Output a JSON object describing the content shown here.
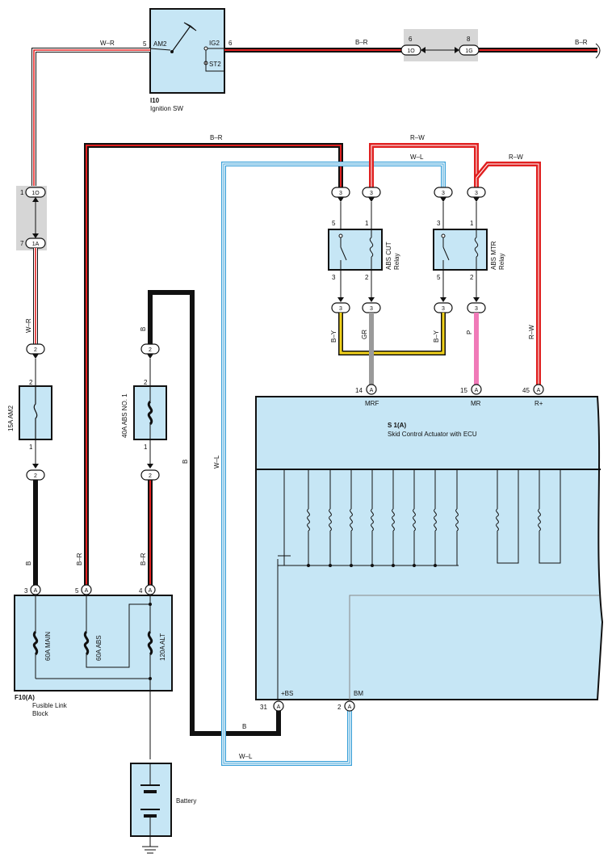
{
  "colors": {
    "box_fill": "#c6e6f5",
    "wire_red": "#e02020",
    "wire_black": "#111111",
    "wire_white": "#ffffff",
    "wire_blue": "#3aa0d8",
    "wire_yellow": "#f2d21a",
    "wire_gray": "#9a9a9a",
    "wire_pink": "#f07ab8",
    "connector_shade": "#d6d6d6"
  },
  "ignition_switch": {
    "code": "I10",
    "name": "Ignition SW",
    "terminal_am2": "AM2",
    "terminal_ig2": "IG2",
    "terminal_st2": "ST2",
    "pin_am2": "5",
    "pin_ig2": "6"
  },
  "wires": {
    "w_r": "W–R",
    "b_r": "B–R",
    "r_w": "R–W",
    "w_l": "W–L",
    "b_y": "B–Y",
    "gr": "GR",
    "p": "P",
    "b": "B"
  },
  "junction_top": {
    "pin_left": "6",
    "pin_right": "8",
    "left_id": "1O",
    "right_id": "1G"
  },
  "junction_left": {
    "pin_top": "1",
    "pin_bottom": "7",
    "top_id": "1O",
    "bottom_id": "1A"
  },
  "connector_id_3": "3",
  "connector_id_2": "2",
  "connector_id_a": "A",
  "relay_abs_cut": {
    "name": "ABS CUT",
    "sub": "Relay",
    "pin_5": "5",
    "pin_1": "1",
    "pin_3": "3",
    "pin_2": "2"
  },
  "relay_abs_mtr": {
    "name": "ABS MTR",
    "sub": "Relay",
    "pin_3": "3",
    "pin_1": "1",
    "pin_5": "5",
    "pin_2": "2"
  },
  "fuse_am2": {
    "label": "15A AM2",
    "pin_top": "2",
    "pin_bottom": "1"
  },
  "fuse_abs_no1": {
    "label": "40A ABS NO. 1",
    "pin_top": "2",
    "pin_bottom": "1"
  },
  "fusible_link_block": {
    "code": "F10(A)",
    "name_line1": "Fusible Link",
    "name_line2": "Block",
    "fuse_main": "60A MAIN",
    "fuse_abs": "60A ABS",
    "fuse_alt": "120A ALT",
    "pin_3": "3",
    "pin_5": "5",
    "pin_4": "4"
  },
  "actuator": {
    "code": "S 1(A)",
    "name": "Skid Control Actuator with ECU",
    "terminal_mrf": "MRF",
    "terminal_mr": "MR",
    "terminal_rplus": "R+",
    "terminal_bs": "+BS",
    "terminal_bm": "BM",
    "pin_mrf": "14",
    "pin_mr": "15",
    "pin_rplus": "45",
    "pin_bs": "31",
    "pin_bm": "2"
  },
  "battery": {
    "label": "Battery"
  }
}
